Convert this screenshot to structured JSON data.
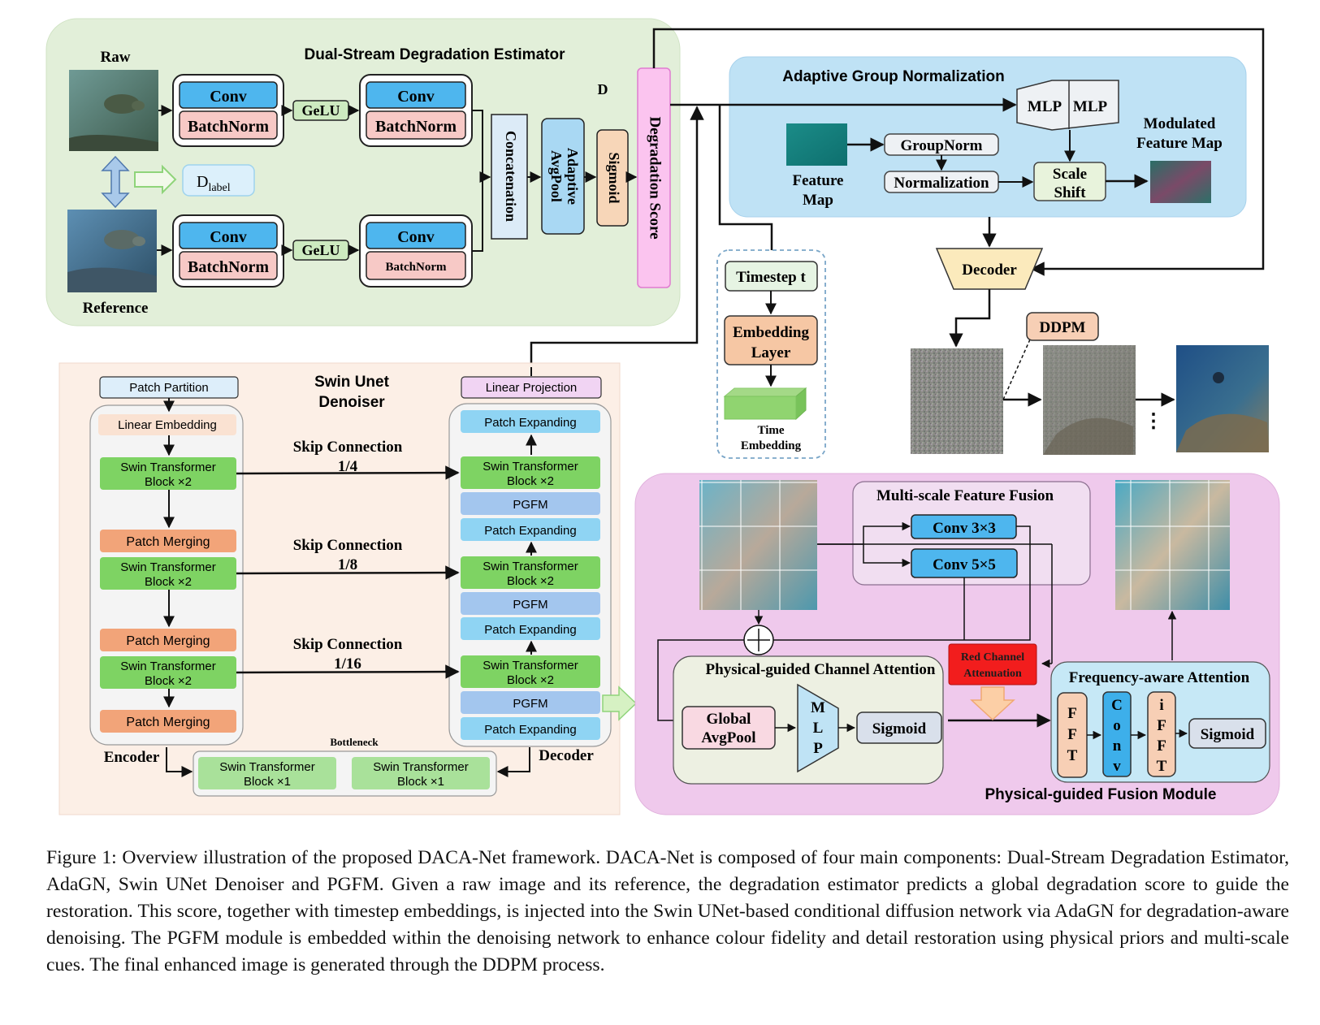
{
  "dse": {
    "title": "Dual-Stream Degradation Estimator",
    "raw": "Raw",
    "reference": "Reference",
    "conv": "Conv",
    "batchnorm": "BatchNorm",
    "gelu": "GeLU",
    "dlabel_main": "D",
    "dlabel_sub": "label",
    "d": "D",
    "concatenation": "Concatenation",
    "avgpool_1": "Adaptive",
    "avgpool_2": "AvgPool",
    "sigmoid": "Sigmoid",
    "degradation_score": "Degradation Score"
  },
  "agn": {
    "title": "Adaptive Group Normalization",
    "mlp": "MLP",
    "groupnorm": "GroupNorm",
    "normalization": "Normalization",
    "scale": "Scale",
    "shift": "Shift",
    "feature_1": "Feature",
    "feature_2": "Map",
    "modulated_1": "Modulated",
    "modulated_2": "Feature Map"
  },
  "timestep": {
    "timestep": "Timestep t",
    "embedding_1": "Embedding",
    "embedding_2": "Layer",
    "time_1": "Time",
    "time_2": "Embedding"
  },
  "decoder_label": "Decoder",
  "ddpm": "DDPM",
  "ellipsis": "⋮",
  "swin": {
    "title_1": "Swin Unet",
    "title_2": "Denoiser",
    "patch_partition": "Patch Partition",
    "linear_embedding": "Linear Embedding",
    "swin_block_1": "Swin Transformer",
    "swin_block_2": "Block ×2",
    "swin_block_b": "Block ×1",
    "patch_merging": "Patch Merging",
    "linear_projection": "Linear Projection",
    "patch_expanding": "Patch Expanding",
    "pgfm": "PGFM",
    "skip": "Skip Connection",
    "skip_14": "1/4",
    "skip_18": "1/8",
    "skip_116": "1/16",
    "bottleneck": "Bottleneck",
    "encoder": "Encoder",
    "decoder": "Decoder"
  },
  "pgfm": {
    "title": "Physical-guided Fusion Module",
    "msff": "Multi-scale Feature Fusion",
    "conv33": "Conv 3×3",
    "conv55": "Conv 5×5",
    "pca": "Physical-guided Channel Attention",
    "global_1": "Global",
    "global_2": "AvgPool",
    "mlp_m": "M",
    "mlp_l": "L",
    "mlp_p": "P",
    "sigmoid": "Sigmoid",
    "red_1": "Red Channel",
    "red_2": "Attenuation",
    "faa": "Frequency-aware Attention",
    "fft_f": "F",
    "fft_f2": "F",
    "fft_t": "T",
    "conv_c": "C",
    "conv_o": "o",
    "conv_n": "n",
    "conv_v": "v",
    "ifft_i": "i",
    "ifft_f": "F",
    "ifft_f2": "F",
    "ifft_t": "T"
  },
  "caption": "Figure 1: Overview illustration of the proposed DACA-Net framework. DACA-Net is composed of four main components: Dual-Stream Degradation Estimator, AdaGN, Swin UNet Denoiser and PGFM. Given a raw image and its reference, the degradation estimator predicts a global degradation score to guide the restoration. This score, together with timestep embeddings, is injected into the Swin UNet-based conditional diffusion network via AdaGN for degradation-aware denoising. The PGFM module is embedded within the denoising network to enhance colour fidelity and detail restoration using physical priors and multi-scale cues. The final enhanced image is generated through the DDPM process."
}
